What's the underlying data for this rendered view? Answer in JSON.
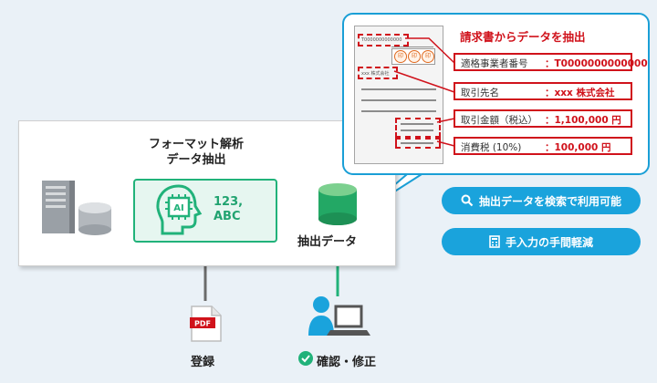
{
  "panel": {
    "title_line1": "フォーマット解析",
    "title_line2": "データ抽出",
    "ai_text_line1": "123,",
    "ai_text_line2": "ABC",
    "ai_chip_label": "AI",
    "extracted_label": "抽出データ"
  },
  "callout": {
    "title": "請求書からデータを抽出",
    "invoice": {
      "reg_number_text": "T0000000000000",
      "partner_text": "xxx 株式会社",
      "seal_char": "印"
    },
    "fields": [
      {
        "label": "適格事業者番号",
        "value": "：T0000000000000"
      },
      {
        "label": "取引先名",
        "value": "：xxx 株式会社"
      },
      {
        "label": "取引金額（税込）",
        "value": "：1,100,000 円"
      },
      {
        "label": "消費税 (10%)",
        "value": "：100,000 円"
      }
    ]
  },
  "features": [
    {
      "label": "抽出データを検索で利用可能",
      "icon": "search-icon"
    },
    {
      "label": "手入力の手間軽減",
      "icon": "calculator-icon"
    }
  ],
  "bottom": {
    "pdf_label": "PDF",
    "register_label": "登録",
    "confirm_label": "確認・修正"
  },
  "colors": {
    "green": "#21b27a",
    "red": "#d0121b",
    "blue": "#1aa3dc",
    "gray_arrow": "#6b6b6b",
    "background": "#eaf1f7"
  }
}
